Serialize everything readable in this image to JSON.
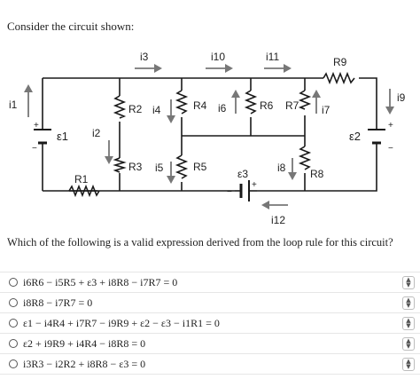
{
  "prompt": "Consider the circuit shown:",
  "question": "Which of the following is a valid expression derived from the loop rule for this circuit?",
  "circuit_labels": {
    "i1": "i1",
    "i2": "i2",
    "i3": "i3",
    "i4": "i4",
    "i5": "i5",
    "i6": "i6",
    "i7": "i7",
    "i8": "i8",
    "i9": "i9",
    "i10": "i10",
    "i11": "i11",
    "i12": "i12",
    "R1": "R1",
    "R2": "R2",
    "R3": "R3",
    "R4": "R4",
    "R5": "R5",
    "R6": "R6",
    "R7": "R7",
    "R8": "R8",
    "R9": "R9",
    "E1": "ε1",
    "E2": "ε2",
    "E3": "ε3",
    "plus": "+",
    "minus": "−"
  },
  "options": [
    "i6R6 − i5R5 + ε3 + i8R8 − i7R7 = 0",
    "i8R8 − i7R7 = 0",
    "ε1 − i4R4 + i7R7 − i9R9 + ε2 − ε3 − i1R1 = 0",
    "ε2 + i9R9 + i4R4 − i8R8 = 0",
    "i3R3 − i2R2 + i8R8 − ε3 = 0"
  ],
  "spinner": {
    "up": "▲",
    "down": "▼"
  }
}
